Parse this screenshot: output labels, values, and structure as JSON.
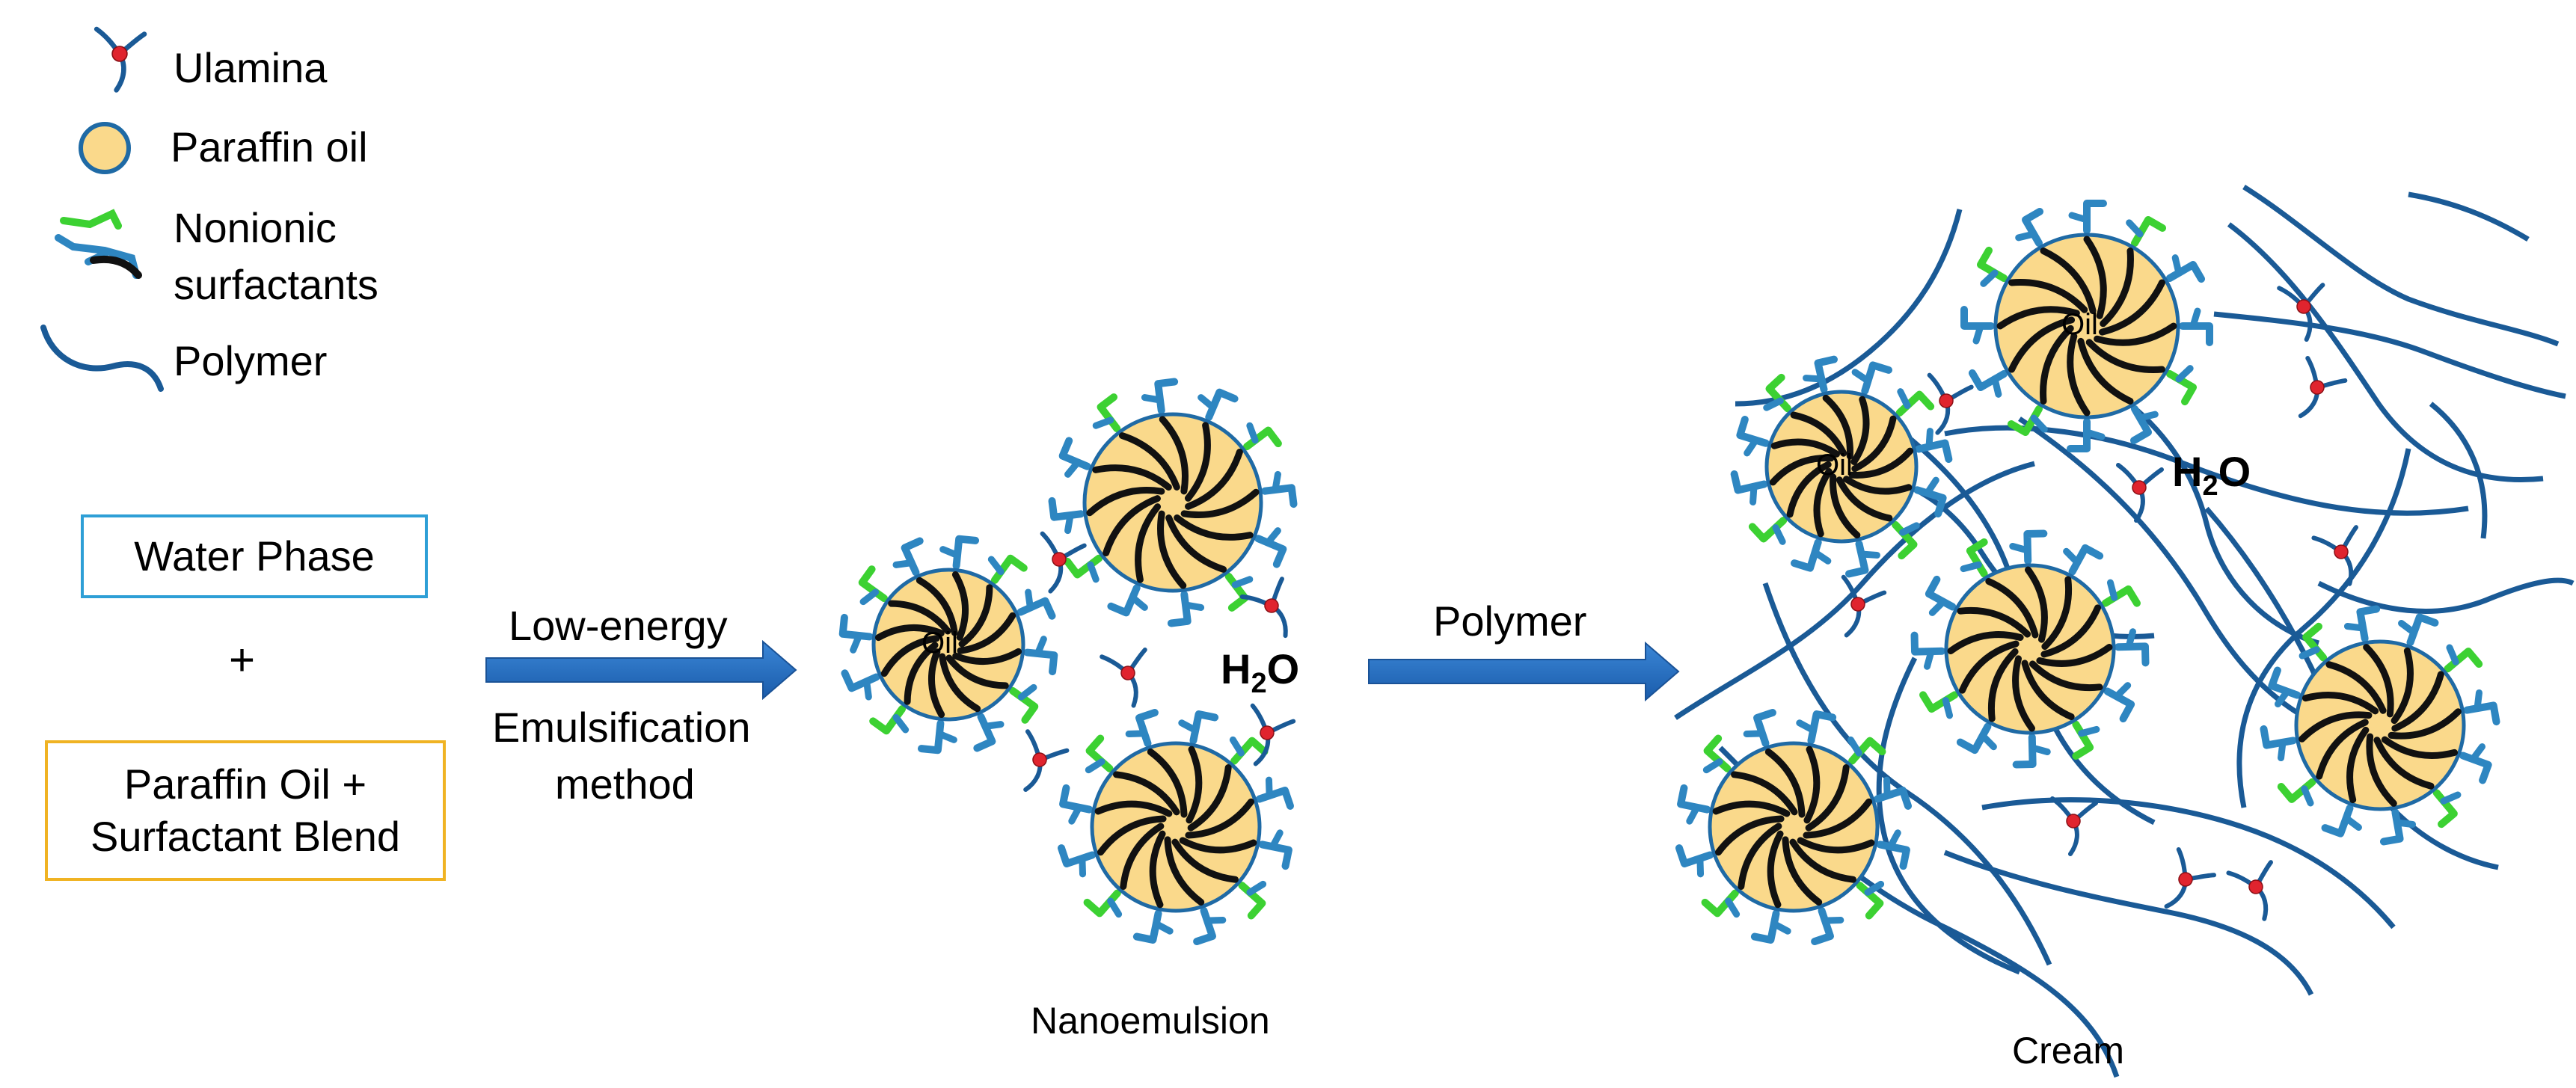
{
  "legend": {
    "ulamina": "Ulamina",
    "paraffin_oil": "Paraffin oil",
    "nonionic_surfactants": [
      "Nonionic",
      "surfactants"
    ],
    "polymer": "Polymer"
  },
  "inputs": {
    "water_phase": "Water Phase",
    "plus": "+",
    "oil_blend": [
      "Paraffin Oil +",
      "Surfactant Blend"
    ]
  },
  "step1": {
    "label_top": "Low-energy",
    "label_bottom": [
      "Emulsification",
      "method"
    ]
  },
  "step2": {
    "label_top": "Polymer"
  },
  "droplet_label": "Oil",
  "water": {
    "main": "H",
    "sub": "2",
    "tail": "O"
  },
  "captions": {
    "nanoemulsion": "Nanoemulsion",
    "cream": "Cream"
  },
  "colors": {
    "oil_fill": "#fad98b",
    "oil_stroke": "#1f6aa5",
    "polymer": "#1a5a96",
    "tail": "#111111",
    "head_blue": "#2e86c1",
    "head_green": "#3cd132",
    "ulamina_center": "#e0242e",
    "arrow": "#1f6cc0",
    "water_box": "#2e9fd6",
    "oil_box": "#f0b323"
  }
}
